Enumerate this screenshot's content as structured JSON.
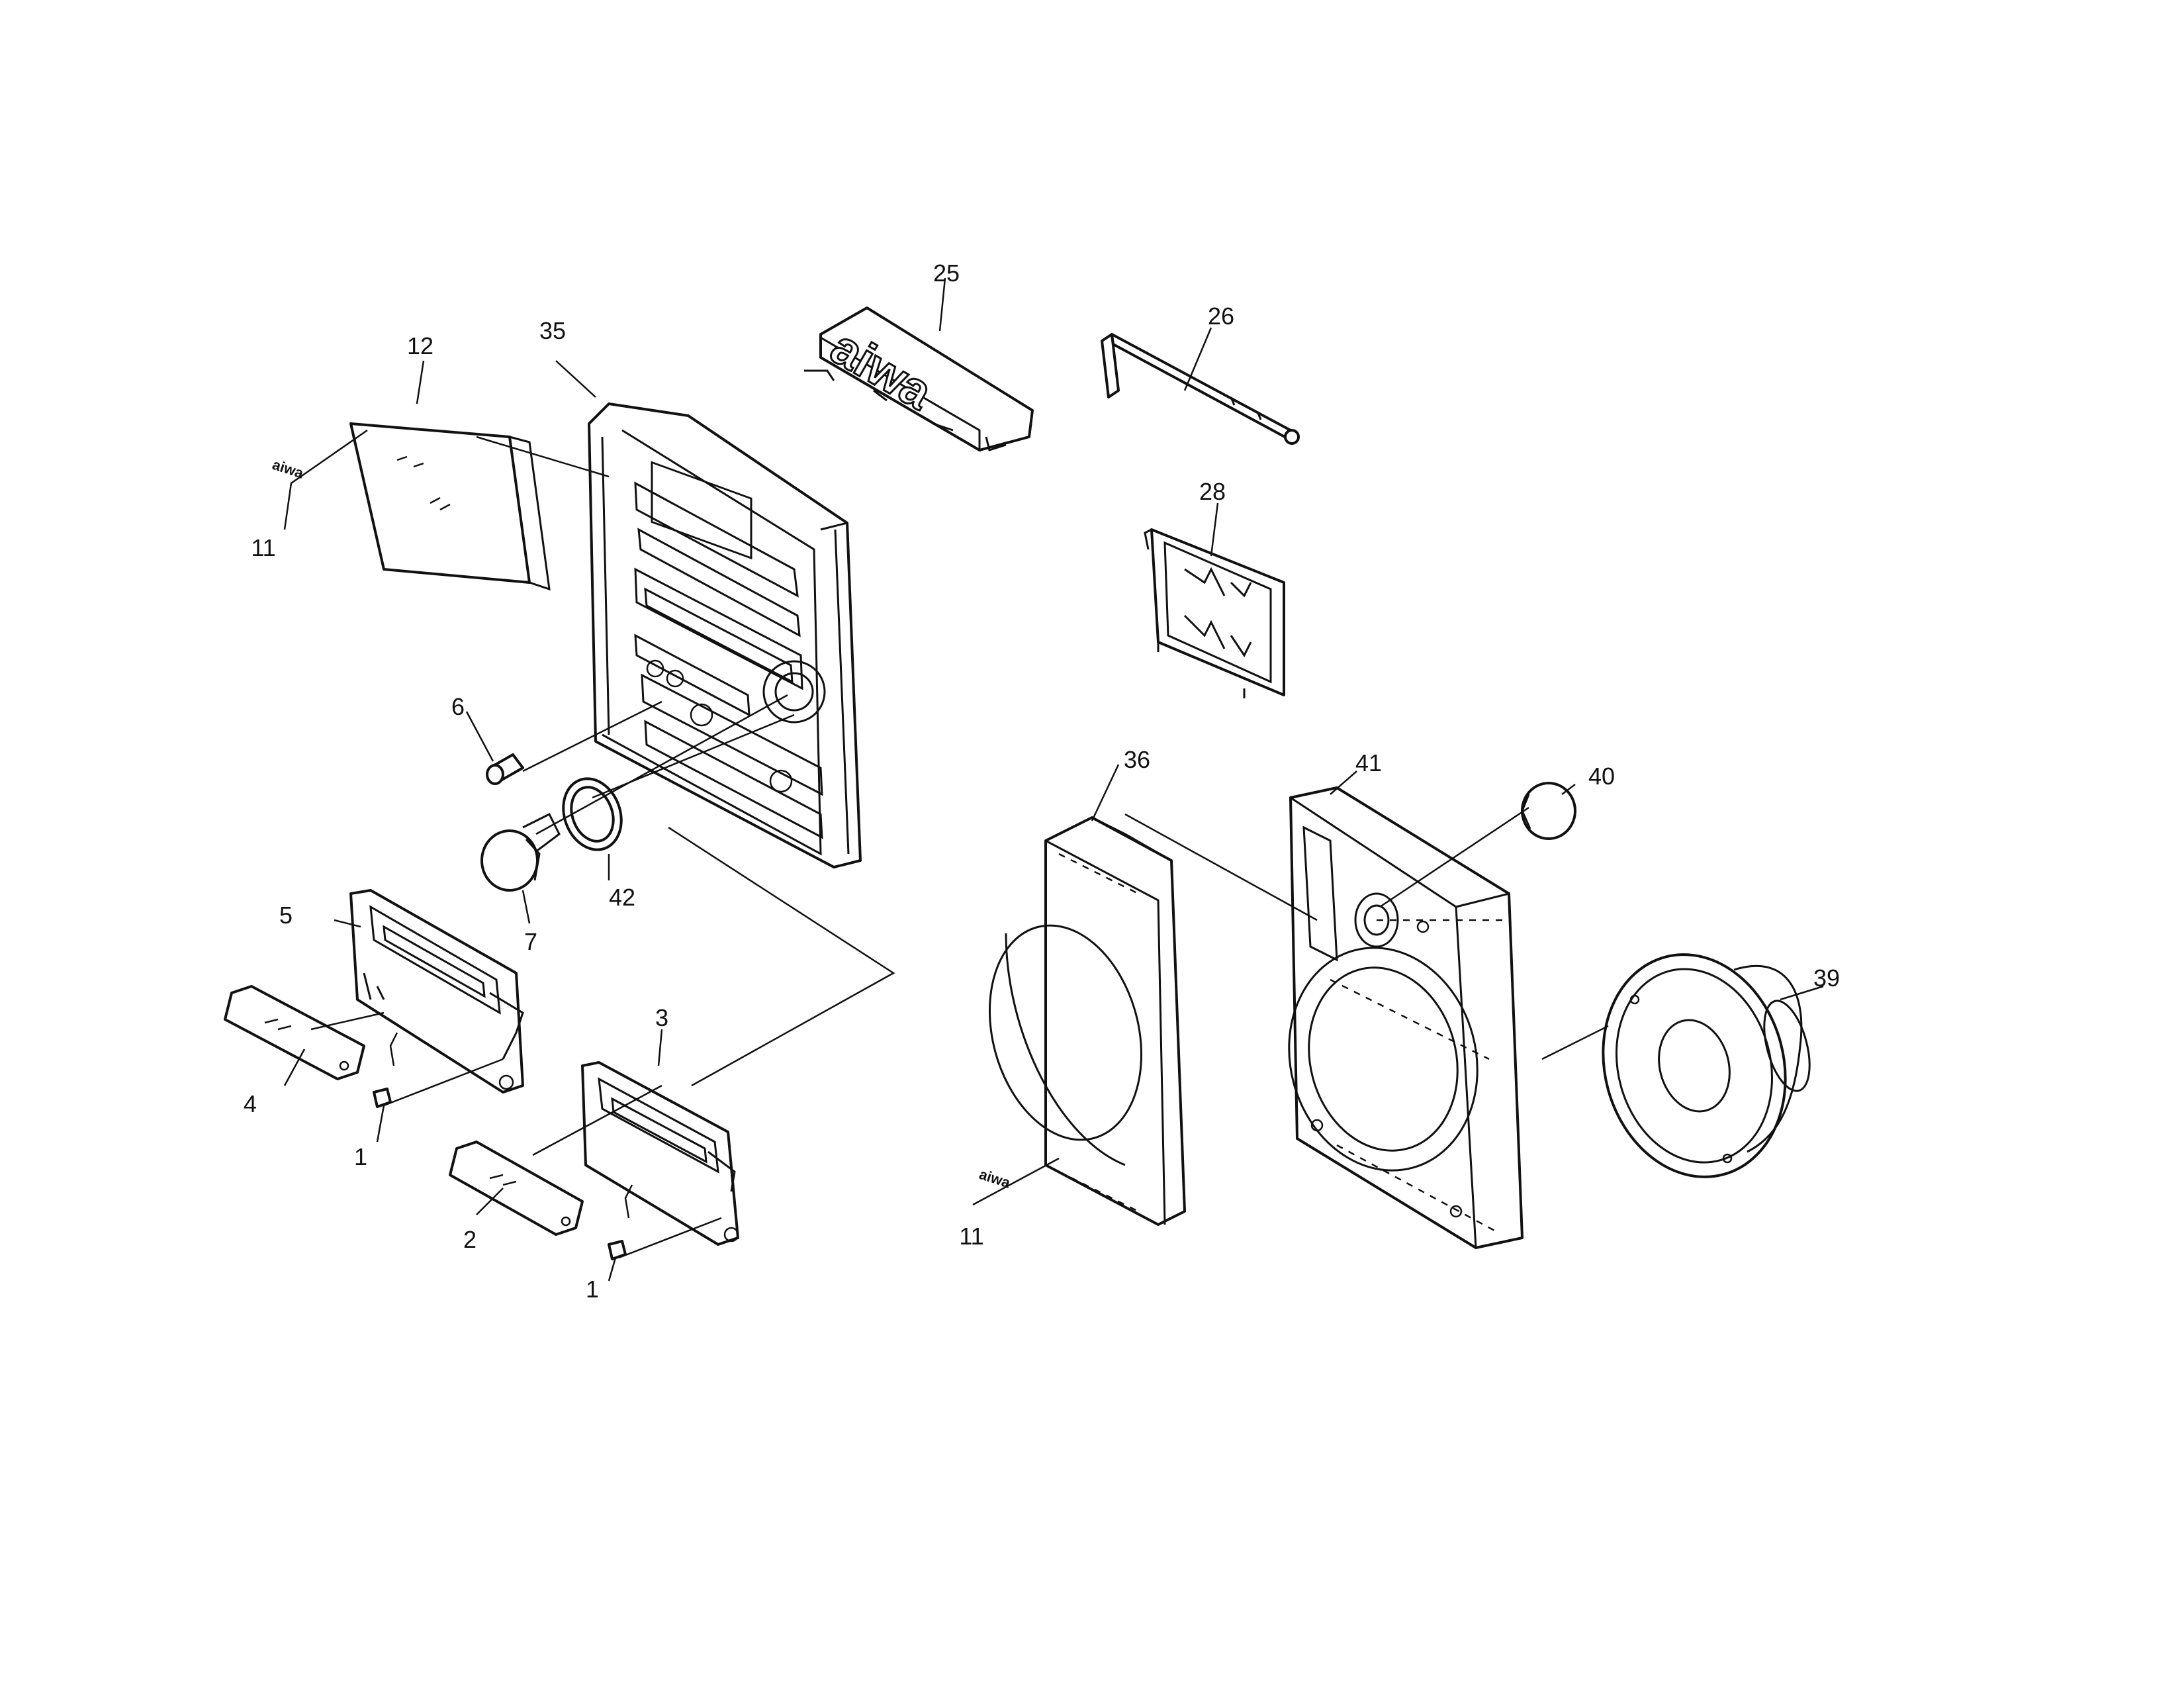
{
  "callouts": {
    "p1a": "1",
    "p1b": "1",
    "p2": "2",
    "p3": "3",
    "p4": "4",
    "p5": "5",
    "p6": "6",
    "p7": "7",
    "p11a": "11",
    "p11b": "11",
    "p12": "12",
    "p25": "25",
    "p26": "26",
    "p28": "28",
    "p35": "35",
    "p36": "36",
    "p39": "39",
    "p40": "40",
    "p41": "41",
    "p42": "42"
  },
  "logos": {
    "small_a": "aiwa",
    "small_b": "aiwa",
    "cover": "aiwa"
  }
}
